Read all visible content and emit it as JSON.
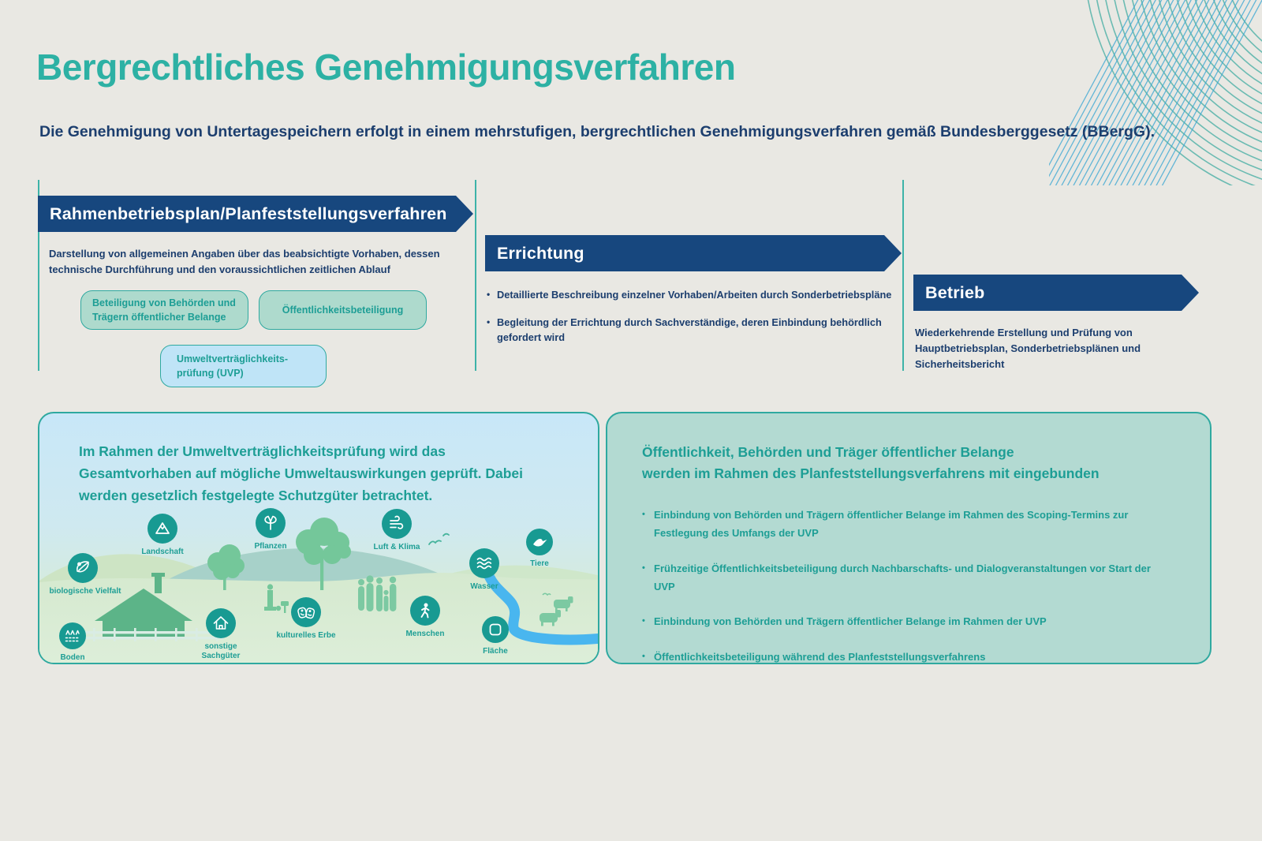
{
  "page": {
    "title": "Bergrechtliches Genehmigungsverfahren",
    "subtitle": "Die Genehmigung von Untertagespeichern erfolgt in einem mehrstufigen, bergrechtlichen Genehmigungsverfahren gemäß Bundesberggesetz (BBergG)."
  },
  "colors": {
    "background": "#e9e8e3",
    "banner_navy": "#17477e",
    "title_teal": "#2db1a4",
    "body_navy": "#1c3e6e",
    "teal_text": "#1d9e95",
    "flow_line": "#3db3a8",
    "tag_green_fill": "#aedacd",
    "tag_blue_fill": "#bfe4f7",
    "card_green_fill": "#b3dad2",
    "card_border_teal": "#2fa9a0",
    "icon_circle_teal": "#189a92",
    "river_blue": "#49b6ef"
  },
  "process": {
    "stages": [
      {
        "title": "Rahmenbetriebsplan/Planfeststellungsverfahren",
        "description": "Darstellung von allgemeinen Angaben über das beabsichtigte Vorhaben, dessen technische Durchführung und den voraussichtlichen zeitlichen Ablauf",
        "tags": [
          {
            "label": "Beteiligung von Behörden und Trägern öffentlicher Belange"
          },
          {
            "label": "Öffentlichkeitsbeteiligung"
          },
          {
            "label": "Umweltverträglichkeits-prüfung (UVP)"
          }
        ]
      },
      {
        "title": "Errichtung",
        "bullets": [
          "Detaillierte Beschreibung einzelner Vorhaben/Arbeiten durch Sonderbetriebspläne",
          "Begleitung der Errichtung durch Sachverständige, deren Einbindung behördlich gefordert wird"
        ]
      },
      {
        "title": "Betrieb",
        "description": "Wiederkehrende Erstellung und Prüfung von Hauptbetriebsplan, Sonderbetriebsplänen und Sicherheitsbericht"
      }
    ]
  },
  "uvp_card": {
    "heading": "Im Rahmen der Umweltverträglichkeitsprüfung wird das Gesamtvorhaben auf mögliche Umweltauswirkungen geprüft. Dabei werden gesetzlich festgelegte Schutzgüter betrachtet.",
    "schutzgueter": [
      {
        "label": "Landschaft"
      },
      {
        "label": "Pflanzen"
      },
      {
        "label": "Luft & Klima"
      },
      {
        "label": "Tiere"
      },
      {
        "label": "biologische Vielfalt"
      },
      {
        "label": "Wasser"
      },
      {
        "label": "Boden"
      },
      {
        "label": "sonstige",
        "label_line2": "Sachgüter"
      },
      {
        "label": "kulturelles Erbe"
      },
      {
        "label": "Menschen"
      },
      {
        "label": "Fläche"
      }
    ]
  },
  "participation_card": {
    "heading_line1": "Öffentlichkeit, Behörden und Träger öffentlicher Belange",
    "heading_line2": "werden im Rahmen des Planfeststellungsverfahrens mit eingebunden",
    "bullets": [
      "Einbindung von Behörden und Trägern öffentlicher Belange im Rahmen des Scoping-Termins zur Festlegung des Umfangs der UVP",
      "Frühzeitige Öffentlichkeitsbeteiligung durch Nachbarschafts- und Dialogveranstaltungen vor Start der UVP",
      "Einbindung von Behörden und Trägern öffentlicher Belange im Rahmen der UVP",
      "Öffentlichkeitsbeteiligung während des Planfeststellungsverfahrens"
    ]
  }
}
